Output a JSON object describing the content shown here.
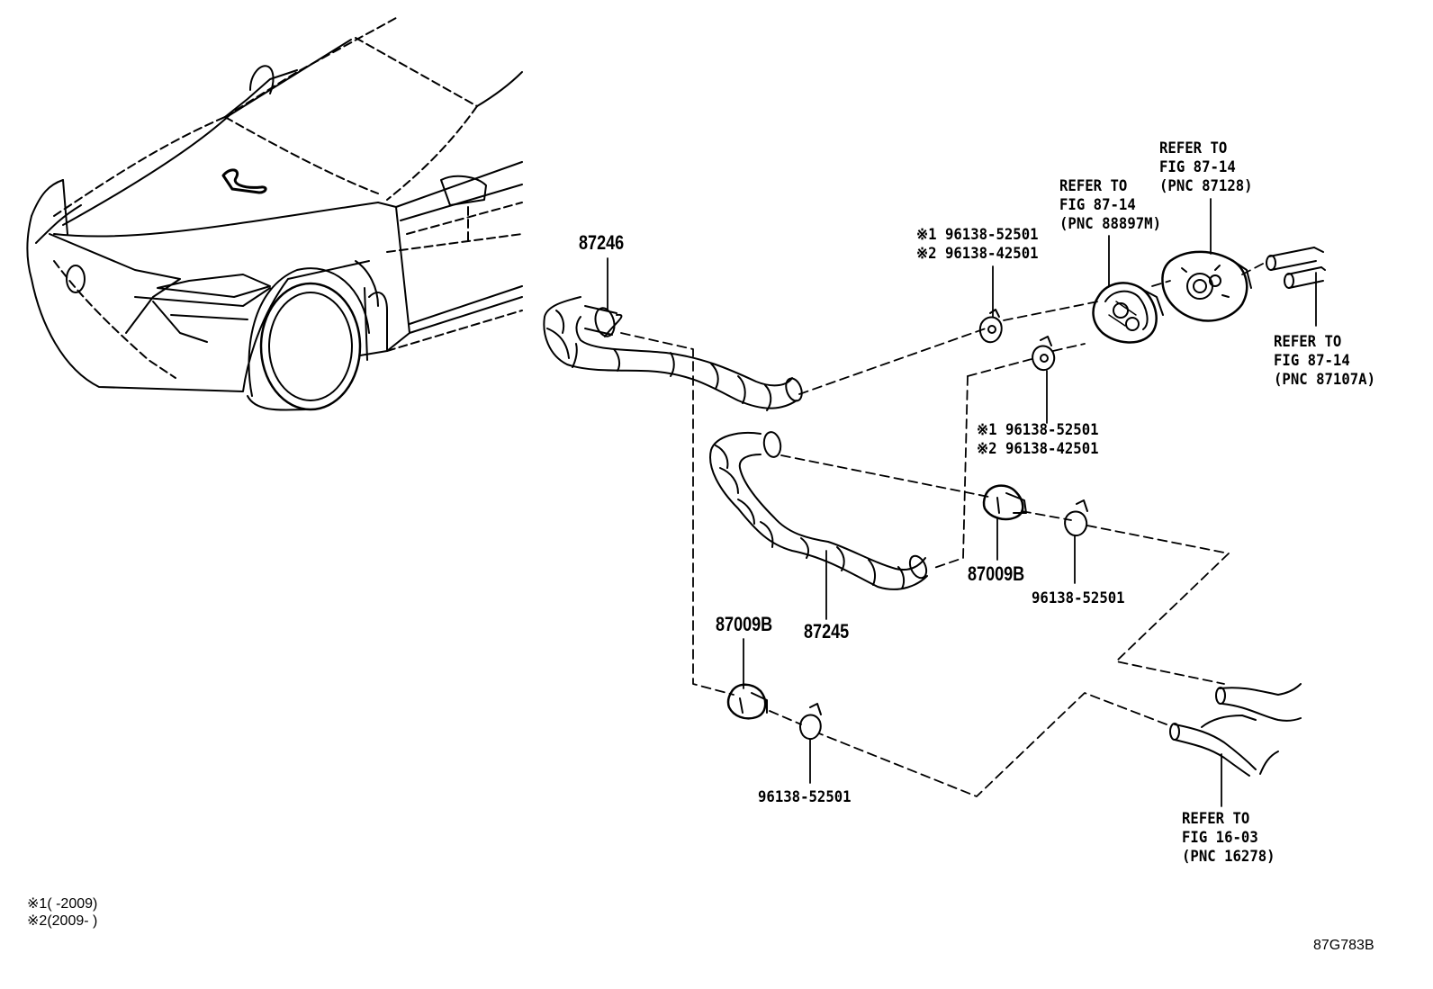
{
  "parts": {
    "hose_upper": "87246",
    "hose_lower": "87245",
    "clamp_right": "87009B",
    "clamp_left": "87009B",
    "clip_right": "96138-52501",
    "clip_left": "96138-52501"
  },
  "alt_clips": {
    "top": [
      {
        "mark": "※1",
        "part": "96138-52501"
      },
      {
        "mark": "※2",
        "part": "96138-42501"
      }
    ],
    "middle": [
      {
        "mark": "※1",
        "part": "96138-52501"
      },
      {
        "mark": "※2",
        "part": "96138-42501"
      }
    ]
  },
  "refs": {
    "valve": [
      "REFER TO",
      "FIG 87-14",
      "(PNC 88897M)"
    ],
    "unit": [
      "REFER TO",
      "FIG 87-14",
      "(PNC 87128)"
    ],
    "pipe": [
      "REFER TO",
      "FIG 87-14",
      "(PNC 87107A)"
    ],
    "engine": [
      "REFER TO",
      "FIG 16-03",
      "(PNC 16278)"
    ]
  },
  "notes": [
    {
      "mark": "※1",
      "range": "(      -2009)"
    },
    {
      "mark": "※2",
      "range": "(2009-      )"
    }
  ],
  "figure_code": "87G783B"
}
